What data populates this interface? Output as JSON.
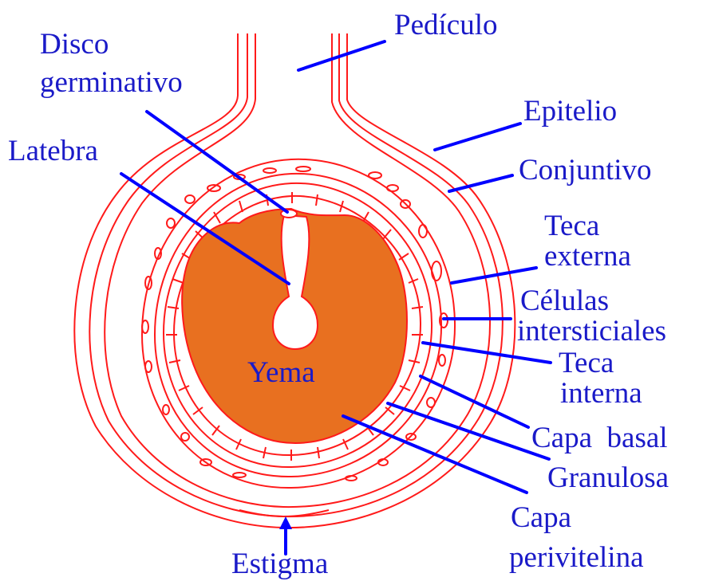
{
  "colors": {
    "label": "#1a1ac8",
    "leader": "#0000ff",
    "tissue": "#ff1a1a",
    "yolk": "#e87020",
    "background": "#ffffff"
  },
  "labels": {
    "pediculo": "Pedículo",
    "disco_line1": "Disco",
    "disco_line2": "germinativo",
    "epitelio": "Epitelio",
    "latebra": "Latebra",
    "conjuntivo": "Conjuntivo",
    "teca_externa_line1": "Teca",
    "teca_externa_line2": "externa",
    "celulas_line1": "Células",
    "celulas_line2": "intersticiales",
    "teca_interna_line1": "Teca",
    "teca_interna_line2": "interna",
    "capa_basal": "Capa  basal",
    "granulosa": "Granulosa",
    "capa_perivitelina_line1": "Capa",
    "capa_perivitelina_line2": "perivitelina",
    "estigma": "Estigma",
    "yema": "Yema"
  }
}
